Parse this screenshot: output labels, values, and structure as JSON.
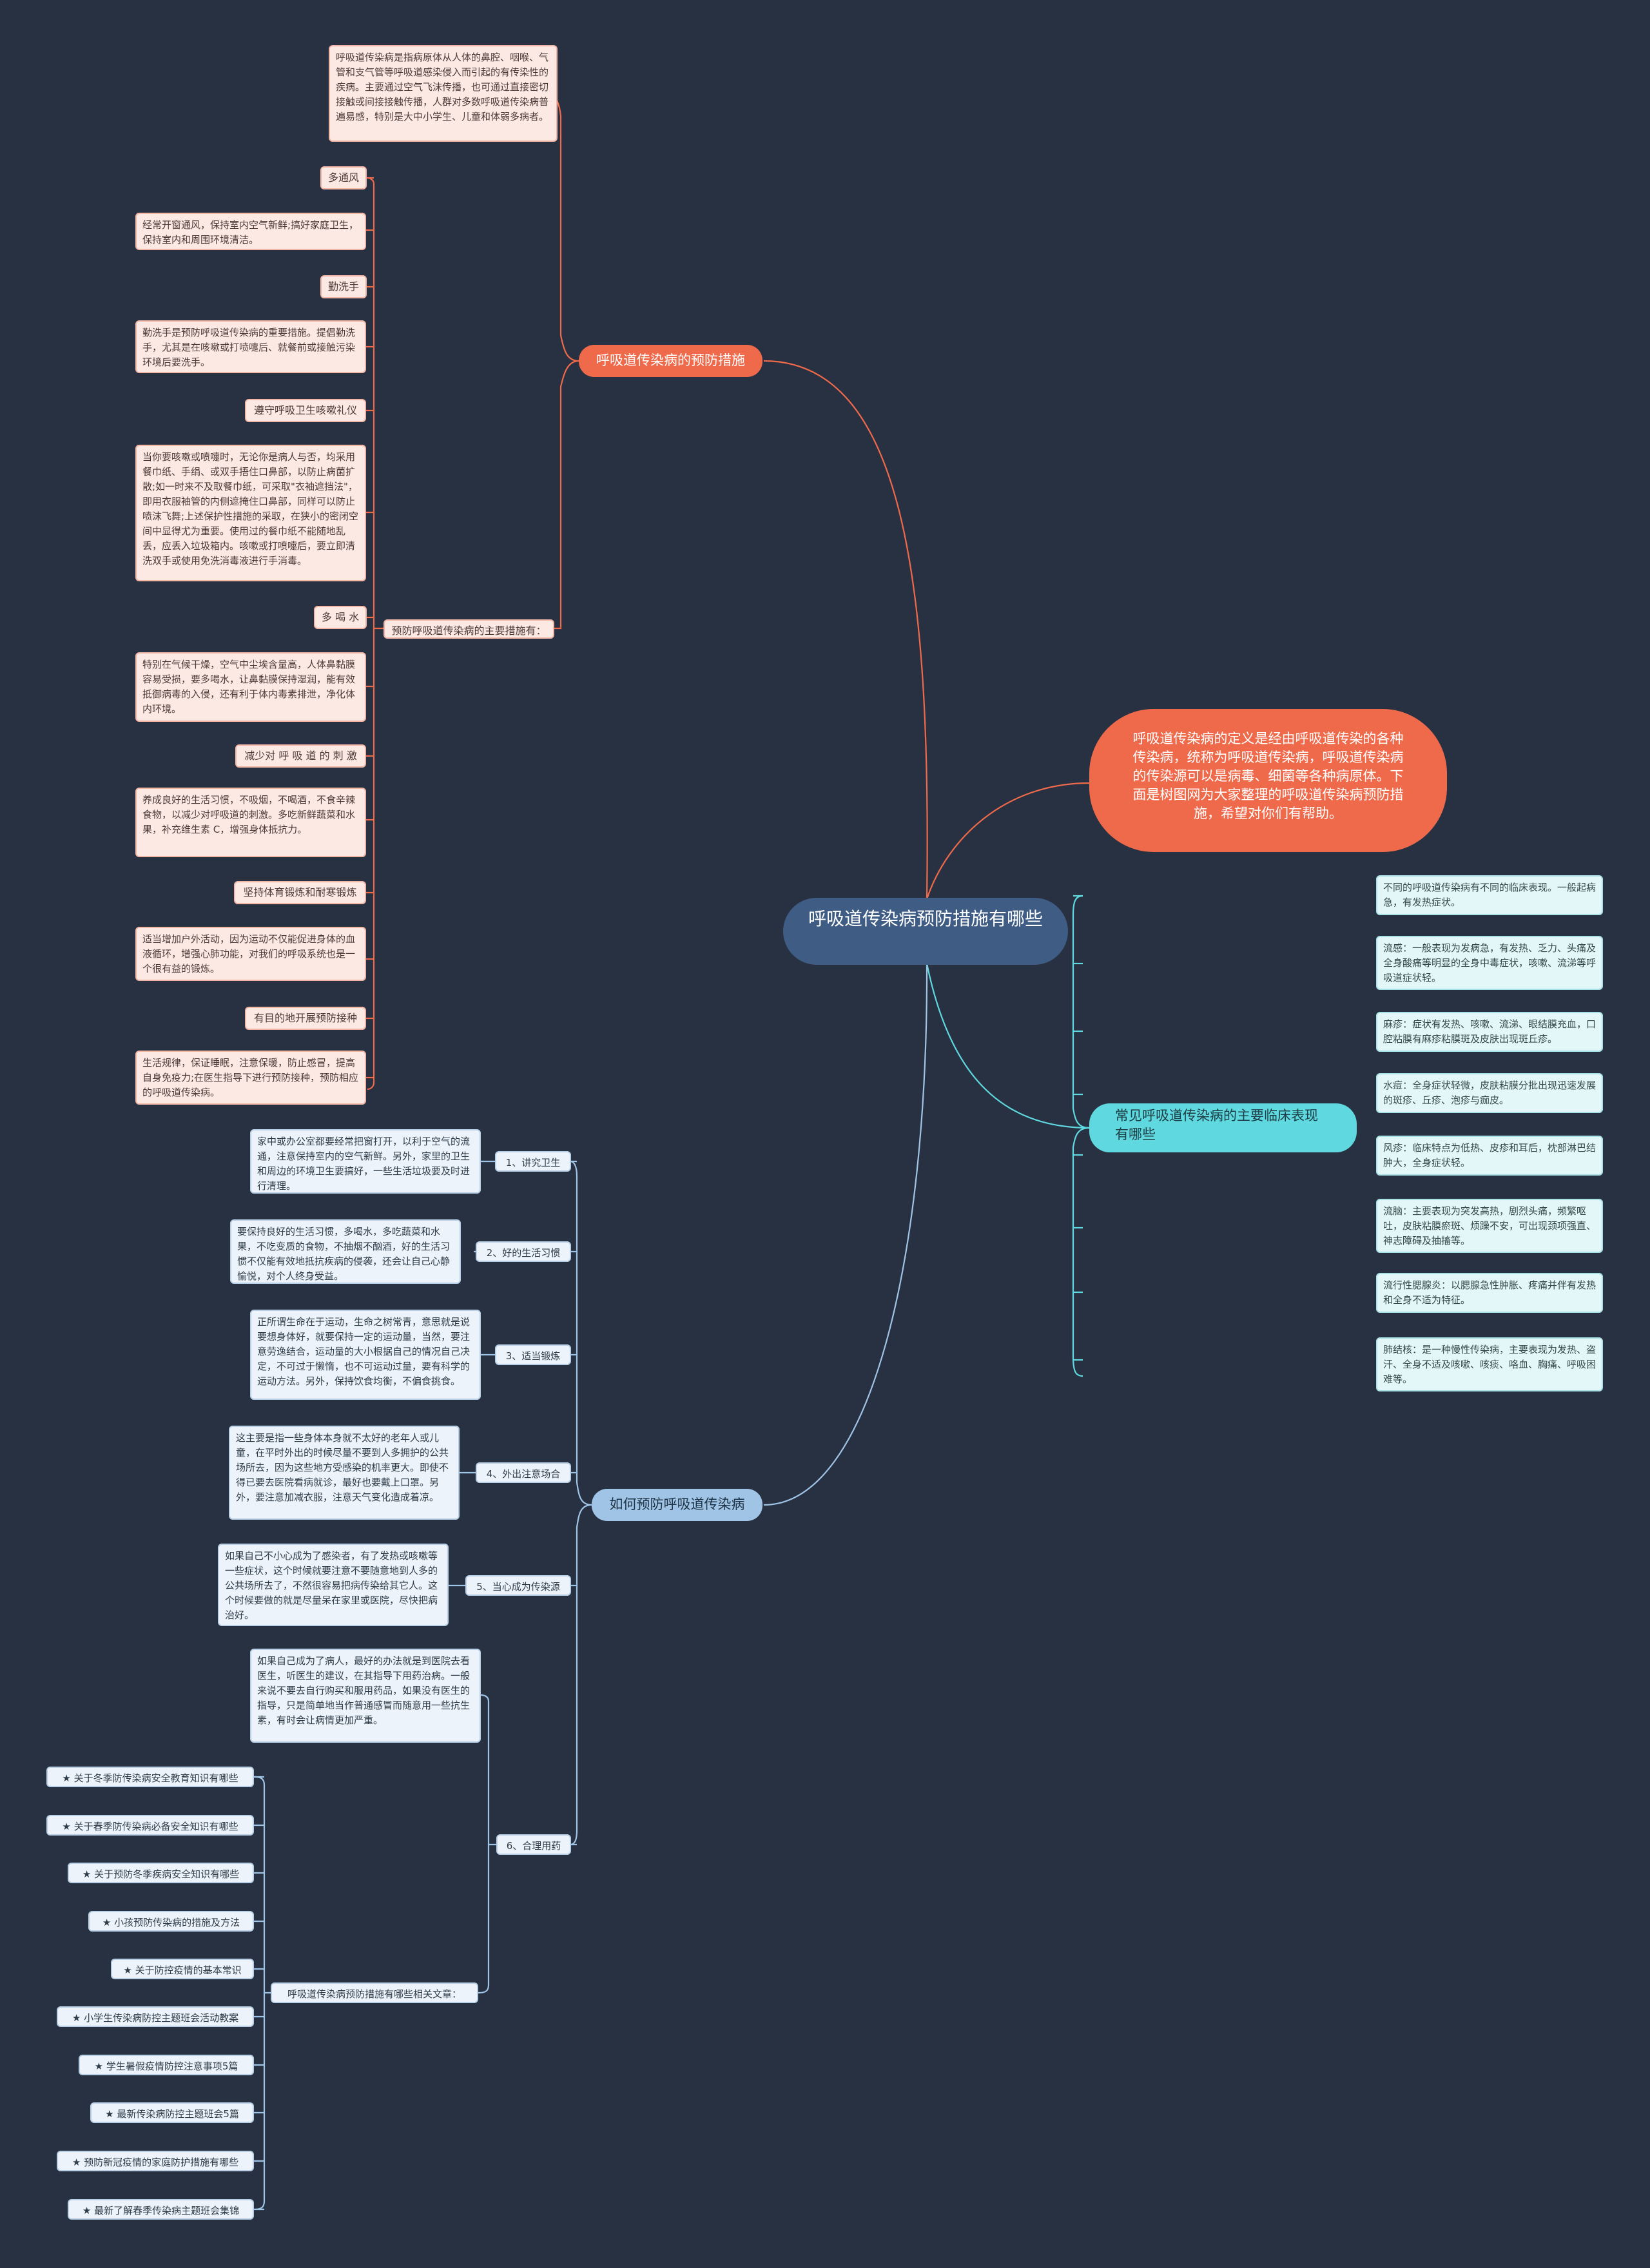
{
  "center": "呼吸道传染病预防措施有哪些",
  "intro": "呼吸道传染病的定义是经由呼吸道传染的各种传染病，统称为呼吸道传染病，呼吸道传染病的传染源可以是病毒、细菌等各种病原体。下面是树图网为大家整理的呼吸道传染病预防措施，希望对你们有帮助。",
  "branch1": {
    "label": "呼吸道传染病的预防措施",
    "definition": "呼吸道传染病是指病原体从人体的鼻腔、咽喉、气管和支气管等呼吸道感染侵入而引起的有传染性的疾病。主要通过空气飞沫传播，也可通过直接密切接触或间接接触传播，人群对多数呼吸道传染病普遍易感，特别是大中小学生、儿童和体弱多病者。",
    "sub_label": "预防呼吸道传染病的主要措施有：",
    "items": [
      {
        "title": "多通风",
        "text": "经常开窗通风，保持室内空气新鲜;搞好家庭卫生，保持室内和周围环境清洁。"
      },
      {
        "title": "勤洗手",
        "text": "勤洗手是预防呼吸道传染病的重要措施。提倡勤洗手，尤其是在咳嗽或打喷嚏后、就餐前或接触污染环境后要洗手。"
      },
      {
        "title": "遵守呼吸卫生咳嗽礼仪",
        "text": "当你要咳嗽或喷嚏时，无论你是病人与否，均采用餐巾纸、手绢、或双手捂住口鼻部，以防止病菌扩散;如一时来不及取餐巾纸，可采取\"衣袖遮挡法\"，即用衣服袖管的内侧遮掩住口鼻部，同样可以防止喷沫飞舞;上述保护性措施的采取，在狭小的密闭空间中显得尤为重要。使用过的餐巾纸不能随地乱丢，应丢入垃圾箱内。咳嗽或打喷嚏后，要立即清洗双手或使用免洗消毒液进行手消毒。"
      },
      {
        "title": "多 喝 水",
        "text": "特别在气候干燥，空气中尘埃含量高，人体鼻黏膜容易受损，要多喝水，让鼻黏膜保持湿润，能有效抵御病毒的入侵，还有利于体内毒素排泄，净化体内环境。"
      },
      {
        "title": "减少对 呼 吸 道 的 刺 激",
        "text": "养成良好的生活习惯，不吸烟，不喝酒，不食辛辣食物，以减少对呼吸道的刺激。多吃新鲜蔬菜和水果，补充维生素 C，增强身体抵抗力。"
      },
      {
        "title": "坚持体育锻炼和耐寒锻炼",
        "text": "适当增加户外活动，因为运动不仅能促进身体的血液循环，增强心肺功能，对我们的呼吸系统也是一个很有益的锻炼。"
      },
      {
        "title": "有目的地开展预防接种",
        "text": "生活规律，保证睡眠，注意保暖，防止感冒，提高自身免疫力;在医生指导下进行预防接种，预防相应的呼吸道传染病。"
      }
    ]
  },
  "branch2": {
    "label": "常见呼吸道传染病的主要临床表现有哪些",
    "items": [
      "不同的呼吸道传染病有不同的临床表现。一般起病急，有发热症状。",
      "流感：一般表现为发病急，有发热、乏力、头痛及全身酸痛等明显的全身中毒症状，咳嗽、流涕等呼吸道症状轻。",
      "麻疹：症状有发热、咳嗽、流涕、眼结膜充血，口腔粘膜有麻疹粘膜斑及皮肤出现斑丘疹。",
      "水痘：全身症状轻微，皮肤粘膜分批出现迅速发展的斑疹、丘疹、泡疹与痂皮。",
      "风疹：临床特点为低热、皮疹和耳后，枕部淋巴结肿大，全身症状轻。",
      "流脑：主要表现为突发高热，剧烈头痛，频繁呕吐，皮肤粘膜瘀斑、烦躁不安，可出现颈项强直、神志障碍及抽搐等。",
      "流行性腮腺炎：以腮腺急性肿胀、疼痛并伴有发热和全身不适为特征。",
      "肺结核：是一种慢性传染病，主要表现为发热、盗汗、全身不适及咳嗽、咳痰、咯血、胸痛、呼吸困难等。"
    ]
  },
  "branch3": {
    "label": "如何预防呼吸道传染病",
    "items": [
      {
        "title": "1、讲究卫生",
        "text": "家中或办公室都要经常把窗打开，以利于空气的流通，注意保持室内的空气新鲜。另外，家里的卫生和周边的环境卫生要搞好，一些生活垃圾要及时进行清理。"
      },
      {
        "title": "2、好的生活习惯",
        "text": "要保持良好的生活习惯，多喝水，多吃蔬菜和水果，不吃变质的食物，不抽烟不酗酒，好的生活习惯不仅能有效地抵抗疾病的侵袭，还会让自己心静愉悦，对个人终身受益。"
      },
      {
        "title": "3、适当锻炼",
        "text": "正所谓生命在于运动，生命之树常青，意思就是说要想身体好，就要保持一定的运动量，当然，要注意劳逸结合，运动量的大小根据自己的情况自己决定，不可过于懒惰，也不可运动过量，要有科学的运动方法。另外，保持饮食均衡，不偏食挑食。"
      },
      {
        "title": "4、外出注意场合",
        "text": "这主要是指一些身体本身就不太好的老年人或儿童，在平时外出的时候尽量不要到人多拥护的公共场所去，因为这些地方受感染的机率更大。即使不得已要去医院看病就诊，最好也要戴上口罩。另外，要注意加减衣服，注意天气变化造成着凉。"
      },
      {
        "title": "5、当心成为传染源",
        "text": "如果自己不小心成为了感染者，有了发热或咳嗽等一些症状，这个时候就要注意不要随意地到人多的公共场所去了，不然很容易把病传染给其它人。这个时候要做的就是尽量呆在家里或医院，尽快把病治好。"
      },
      {
        "title": "6、合理用药",
        "text": "如果自己成为了病人，最好的办法就是到医院去看医生，听医生的建议，在其指导下用药治病。一般来说不要去自行购买和服用药品，如果没有医生的指导，只是简单地当作普通感冒而随意用一些抗生素，有时会让病情更加严重。"
      }
    ],
    "related_label": "呼吸道传染病预防措施有哪些相关文章：",
    "related": [
      "★ 关于冬季防传染病安全教育知识有哪些",
      "★ 关于春季防传染病必备安全知识有哪些",
      "★ 关于预防冬季疾病安全知识有哪些",
      "★ 小孩预防传染病的措施及方法",
      "★ 关于防控疫情的基本常识",
      "★ 小学生传染病防控主题班会活动教案",
      "★ 学生暑假疫情防控注意事项5篇",
      "★ 最新传染病防控主题班会5篇",
      "★ 预防新冠疫情的家庭防护措施有哪些",
      "★ 最新了解春季传染病主题班会集锦"
    ]
  },
  "colors": {
    "background": "#283142",
    "red": "#ef6a4b",
    "cyan": "#5fd9df",
    "blue": "#9fc4e5",
    "center": "#3f5c84"
  }
}
